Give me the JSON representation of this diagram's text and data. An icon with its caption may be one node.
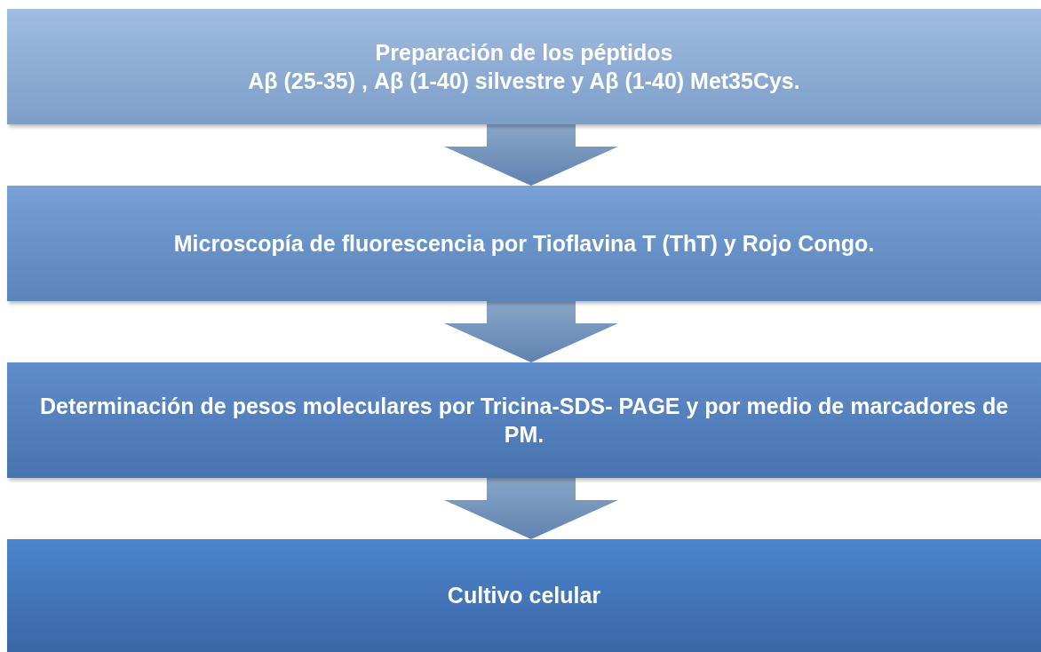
{
  "diagram": {
    "nodes": [
      {
        "text": [
          "Preparación de los péptidos",
          "Aβ (25-35) , Aβ (1-40) silvestre y Aβ (1-40) Met35Cys."
        ]
      },
      {
        "text": [
          "Microscopía de fluorescencia por Tioflavina T (ThT) y Rojo Congo."
        ]
      },
      {
        "text": [
          "Determinación de pesos moleculares por Tricina-SDS- PAGE y por medio de marcadores de PM."
        ]
      },
      {
        "text": [
          "Cultivo celular"
        ]
      }
    ],
    "edges": [
      {
        "from": 0,
        "to": 1,
        "arrow": "to"
      },
      {
        "from": 1,
        "to": 2,
        "arrow": "to"
      },
      {
        "from": 2,
        "to": 3,
        "arrow": "to"
      }
    ]
  }
}
